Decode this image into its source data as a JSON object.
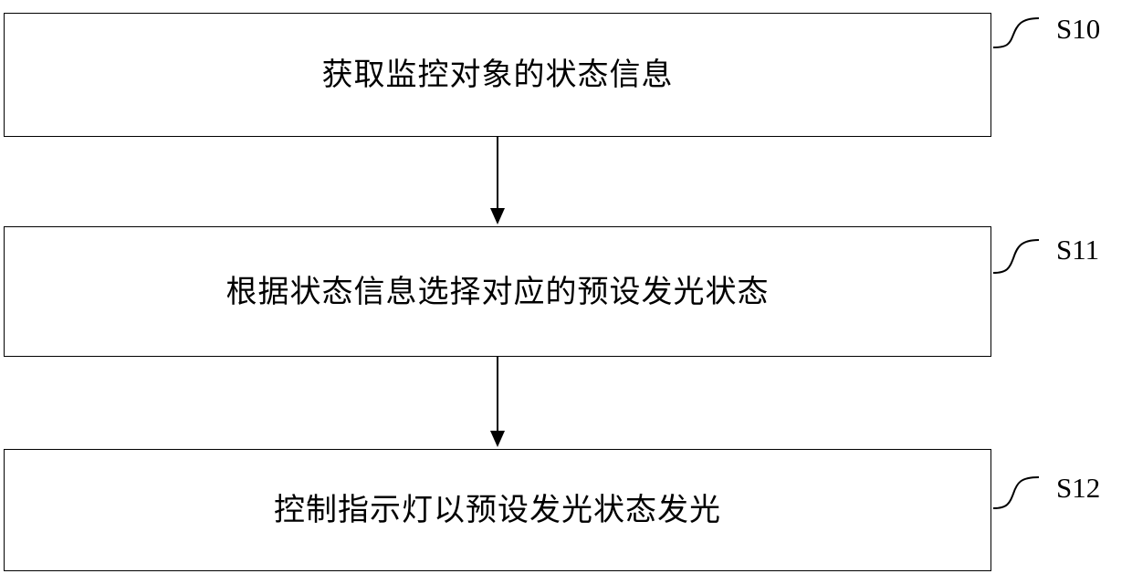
{
  "diagram": {
    "type": "flowchart",
    "title": "",
    "steps": [
      {
        "id": "S10",
        "text": "获取监控对象的状态信息",
        "label": "S10"
      },
      {
        "id": "S11",
        "text": "根据状态信息选择对应的预设发光状态",
        "label": "S11"
      },
      {
        "id": "S12",
        "text": "控制指示灯以预设发光状态发光",
        "label": "S12"
      }
    ],
    "connectors": [
      {
        "from": "S10",
        "to": "S11",
        "style": "arrow-down"
      },
      {
        "from": "S11",
        "to": "S12",
        "style": "arrow-down"
      }
    ],
    "colors": {
      "stroke": "#000000",
      "background": "#ffffff",
      "text": "#000000"
    }
  }
}
